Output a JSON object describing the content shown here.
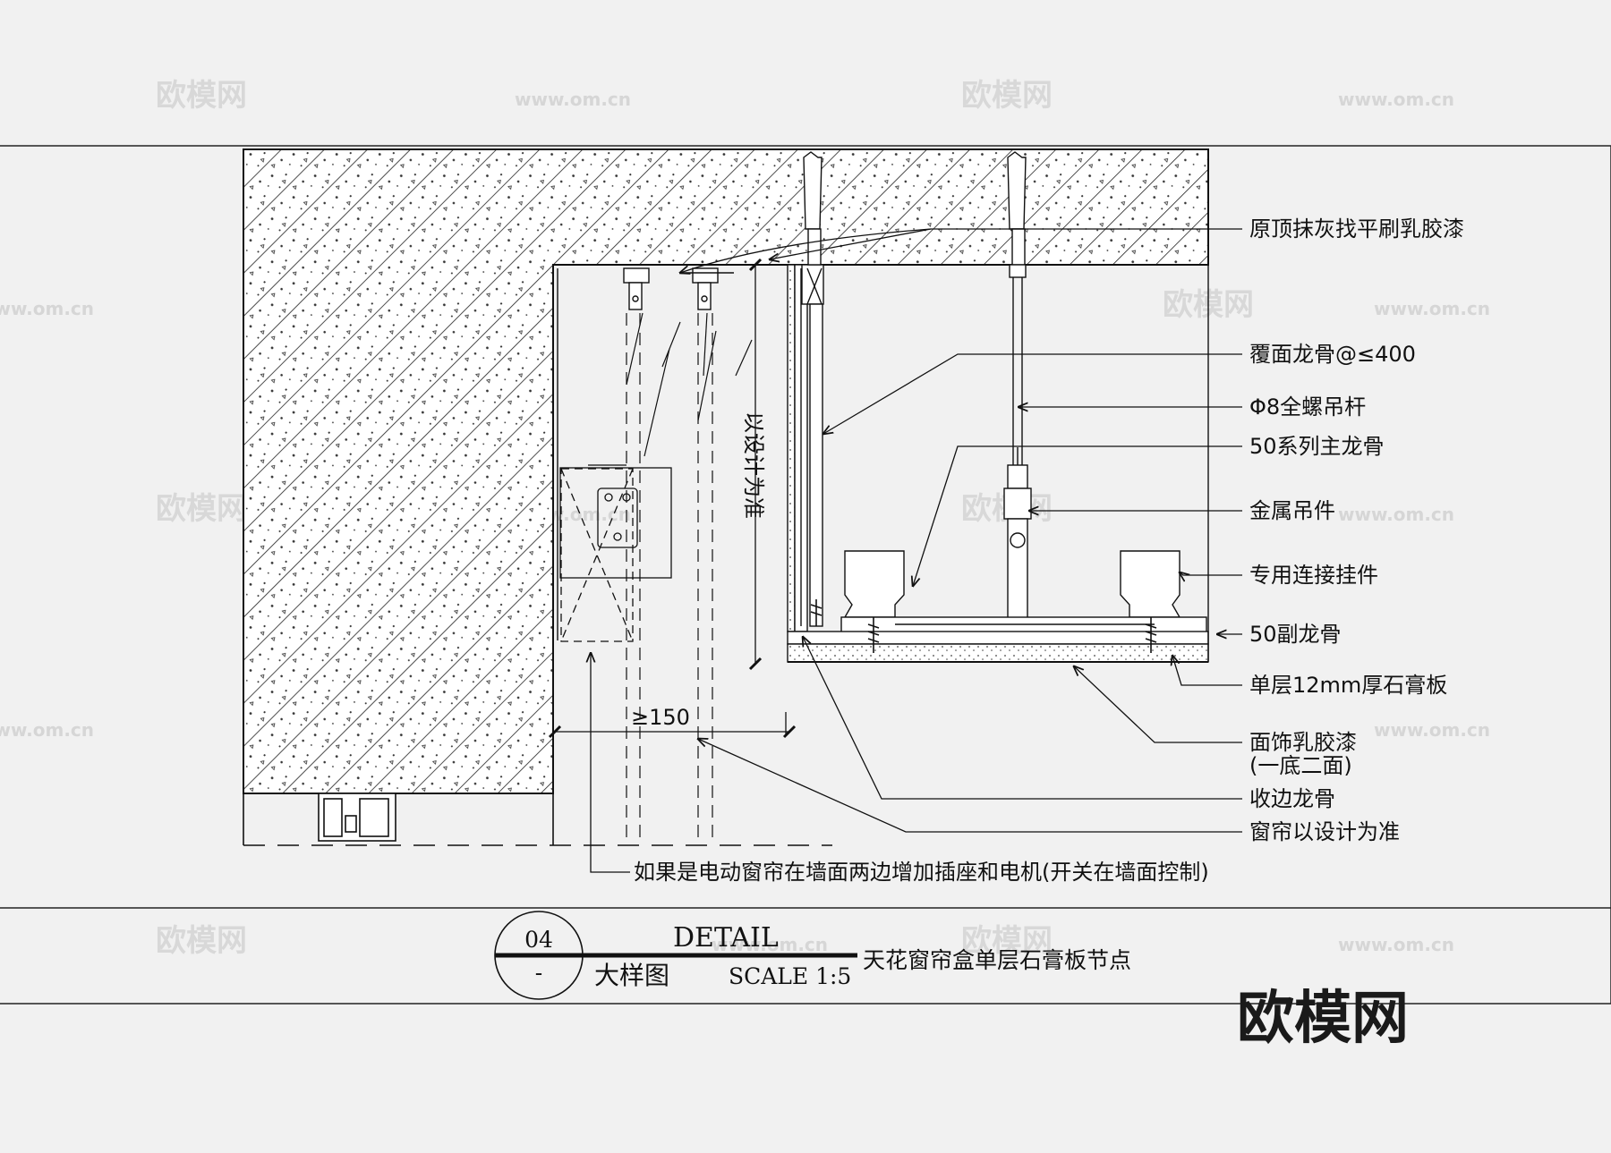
{
  "labels": [
    "原顶抹灰找平刷乳胶漆",
    "覆面龙骨@≤400",
    "Φ8全螺吊杆",
    "50系列主龙骨",
    "金属吊件",
    "专用连接挂件",
    "50副龙骨",
    "单层12mm厚石膏板",
    "面饰乳胶漆",
    "(一底二面)",
    "收边龙骨",
    "窗帘以设计为准"
  ],
  "note": "如果是电动窗帘在墙面两边增加插座和电机(开关在墙面控制)",
  "dims": {
    "vertical": "以设计为准",
    "horizontal": "≥150"
  },
  "title_block": {
    "number": "04",
    "sheet": "-",
    "detail_en": "DETAIL",
    "detail_cn": "大样图",
    "scale": "SCALE 1:5",
    "title": "天花窗帘盒单层石膏板节点"
  },
  "watermark": {
    "brand": "欧模网",
    "url": "www.om.cn"
  }
}
